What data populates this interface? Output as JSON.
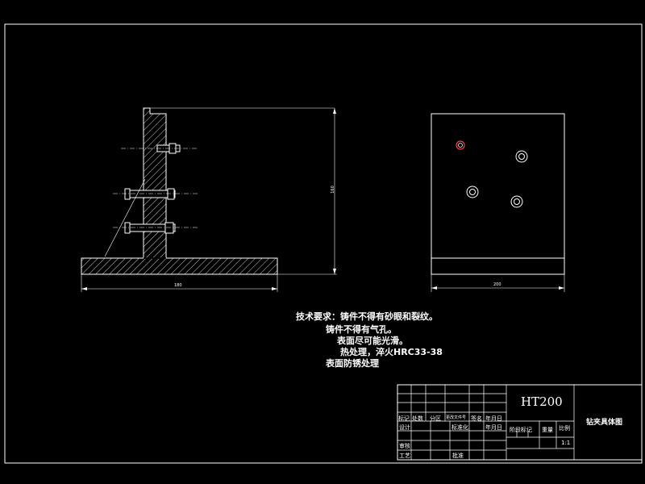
{
  "colors": {
    "background": "#000000",
    "line": "#ffffff",
    "marker": "#ff4040"
  },
  "dimensions": {
    "width_front": "180",
    "height_front": "160",
    "width_plan": "200"
  },
  "tech_requirements": {
    "line1": "技术要求：铸件不得有砂眼和裂纹。",
    "line2": "铸件不得有气孔。",
    "line3": "表面尽可能光滑。",
    "line4": "热处理，淬火HRC33-38",
    "line5": "表面防锈处理"
  },
  "title_block": {
    "material": "HT200",
    "drawing_name": "钻夹具体图",
    "col_mark": "标记",
    "col_count": "处数",
    "col_zone": "分区",
    "col_docno": "更改文件号",
    "col_sign": "签名",
    "col_date": "年月日",
    "row_design": "设计",
    "row_standardize": "标准化",
    "row_date2": "年月日",
    "row_check": "审核",
    "row_process": "工艺",
    "row_approve": "批准",
    "stage_mark": "阶段标记",
    "weight": "重量",
    "scale": "比例",
    "scale_value": "1:1"
  }
}
